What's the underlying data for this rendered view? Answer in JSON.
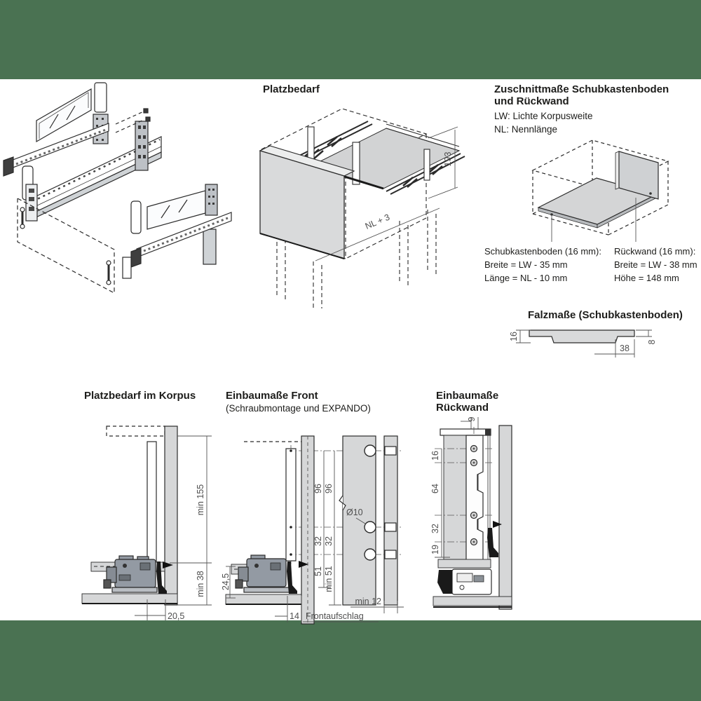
{
  "colors": {
    "header_bar": "#4a7252",
    "panel_gray": "#d6d7d8",
    "mechanism_gray": "#939aa3",
    "line": "#2b2b2b",
    "dim_text": "#4f4f4f"
  },
  "platzbedarf": {
    "title": "Platzbedarf",
    "dim_height": "193",
    "dim_length": "NL + 3"
  },
  "zuschnitt": {
    "title_line1": "Zuschnittmaße Schubkastenboden",
    "title_line2": "und Rückwand",
    "legend_line1": "LW: Lichte Korpusweite",
    "legend_line2": "NL: Nennlänge",
    "boden_heading": "Schubkastenboden (16 mm):",
    "boden_line1": "Breite = LW - 35 mm",
    "boden_line2": "Länge = NL - 10 mm",
    "rueckwand_heading": "Rückwand (16 mm):",
    "rueckwand_line1": "Breite = LW - 38 mm",
    "rueckwand_line2": "Höhe = 148 mm"
  },
  "falzmasse": {
    "title": "Falzmaße (Schubkastenboden)",
    "dim_thickness": "16",
    "dim_rebate_width": "38",
    "dim_rebate_thickness": "8"
  },
  "korpus": {
    "title": "Platzbedarf im Korpus",
    "dim_min_height": "min 155",
    "dim_min_bottom": "min 38",
    "dim_depth": "20,5"
  },
  "front": {
    "title": "Einbaumaße Front",
    "subtitle": "(Schraubmontage und EXPANDO)",
    "dim_96_inner": "96",
    "dim_96_outer": "96",
    "dim_hole_diameter": "Ø10",
    "dim_32_inner": "32",
    "dim_32_outer": "32",
    "dim_51": "51",
    "dim_min_51": "min 51",
    "dim_24_5": "24,5",
    "dim_14": "14",
    "label_frontaufschlag": "Frontaufschlag",
    "dim_min_12": "min 12"
  },
  "rueckwand": {
    "title_line1": "Einbaumaße",
    "title_line2": "Rückwand",
    "dim_9": "9",
    "dim_16": "16",
    "dim_64": "64",
    "dim_32": "32",
    "dim_19": "19"
  }
}
